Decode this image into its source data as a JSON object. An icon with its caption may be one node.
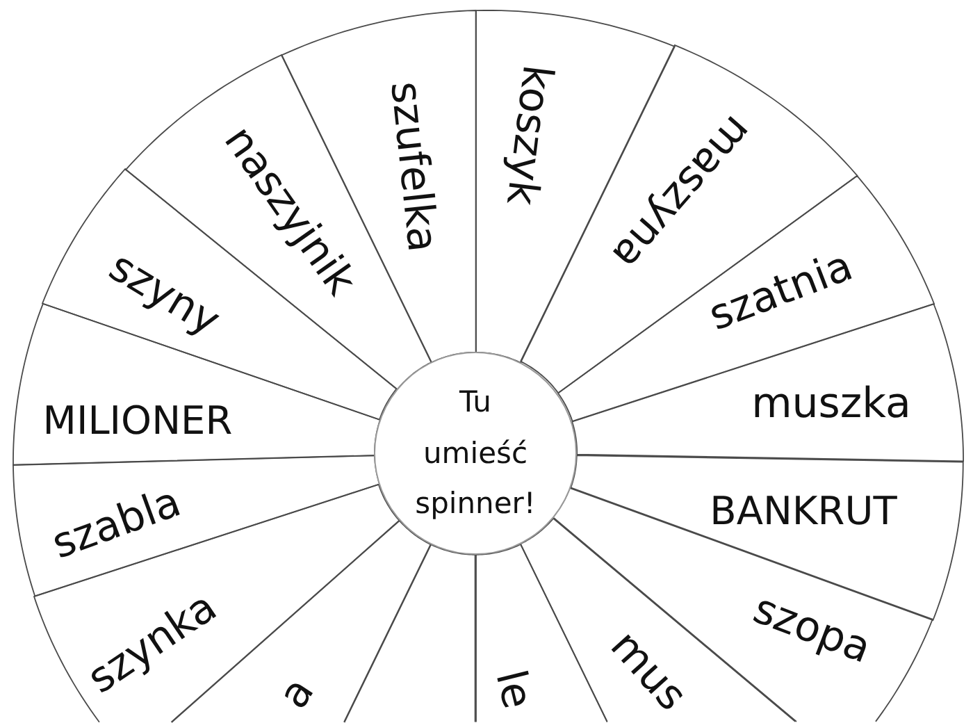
{
  "diagram": {
    "nodes": [
      {
        "text": [
          "koszyk"
        ]
      },
      {
        "text": [
          "maszyna"
        ]
      },
      {
        "text": [
          "szatnia"
        ]
      },
      {
        "text": [
          "muszka"
        ]
      },
      {
        "text": [
          "BANKRUT"
        ]
      },
      {
        "text": [
          "szopa"
        ]
      },
      {
        "text": [
          "mus"
        ]
      },
      {
        "text": [
          "le"
        ]
      },
      {
        "text": [],
        "shape": "wedge"
      },
      {
        "text": [
          "a"
        ]
      },
      {
        "text": [
          "szynka"
        ]
      },
      {
        "text": [
          "szabla"
        ]
      },
      {
        "text": [
          "MILIONER"
        ]
      },
      {
        "text": [
          "szyny"
        ]
      },
      {
        "text": [
          "naszyjnik"
        ]
      },
      {
        "text": [
          "szufelka"
        ]
      },
      {
        "text": [
          "Tu umieść spinner!"
        ]
      }
    ]
  }
}
